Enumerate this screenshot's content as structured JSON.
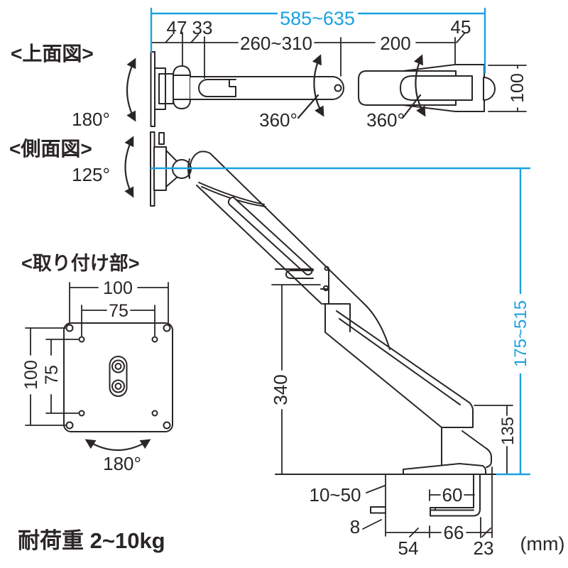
{
  "colors": {
    "ink": "#2a2527",
    "accent": "#1ba1e2"
  },
  "footer": {
    "load_capacity": "耐荷重 2~10kg",
    "unit": "(mm)"
  },
  "top_view": {
    "title": "<上面図>",
    "dim_total": "585~635",
    "dim_47": "47",
    "dim_33": "33",
    "dim_arm1": "260~310",
    "dim_arm2": "200",
    "dim_45": "45",
    "dim_depth": "100",
    "angle_base": "180°",
    "angle_mid": "360°",
    "angle_end": "360°"
  },
  "side_view": {
    "title": "<側面図>",
    "angle_tilt": "125°",
    "dim_rise": "340",
    "dim_height_range": "175~515",
    "dim_pole": "135",
    "dim_clamp_range": "10~50",
    "dim_plate": "8",
    "dim_jaw_depth": "60",
    "dim_base_depth": "66",
    "dim_front": "54",
    "dim_back": "23"
  },
  "mount_view": {
    "title": "<取り付け部>",
    "dim_w100": "100",
    "dim_w75": "75",
    "dim_h100": "100",
    "dim_h75": "75",
    "angle_rotate": "180°"
  }
}
